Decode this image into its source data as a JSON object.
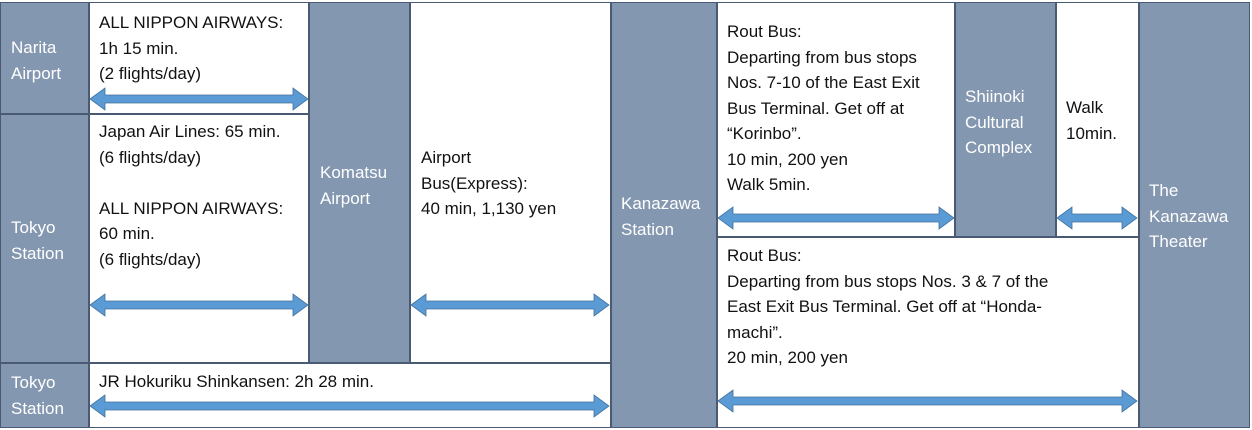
{
  "nodes": {
    "narita": "Narita\nAirport",
    "tokyo_air": "Tokyo\nStation",
    "tokyo_rail": "Tokyo\nStation",
    "komatsu": "Komatsu\nAirport",
    "kanazawa_station": "Kanazawa\nStation",
    "shiinoki": "Shiinoki\nCultural\nComplex",
    "theater": "The\nKanazawa\nTheater"
  },
  "routes": {
    "narita_komatsu": "ALL NIPPON AIRWAYS:\n1h 15 min.\n(2 flights/day)",
    "tokyo_komatsu": "Japan Air Lines: 65 min.\n(6 flights/day)\n\nALL NIPPON AIRWAYS:\n 60 min.\n(6 flights/day)",
    "airport_bus": "Airport\nBus(Express):\n40 min,  1,130 yen",
    "shinkansen": "JR Hokuriku Shinkansen: 2h 28 min.",
    "bus_korinbo": "Rout Bus:\nDeparting from bus stops\nNos. 7-10 of the East Exit\nBus Terminal. Get off at\n“Korinbo”.\n10 min, 200 yen\nWalk 5min.",
    "walk": "Walk\n10min.",
    "bus_hondamachi": "Rout Bus:\nDeparting from bus stops Nos. 3 & 7 of the\nEast Exit Bus Terminal. Get off at “Honda-\nmachi”.\n20 min, 200 yen"
  },
  "colors": {
    "node_fill": "#8497b0",
    "arrow": "#5b9bd5",
    "border": "#4a5a72"
  }
}
